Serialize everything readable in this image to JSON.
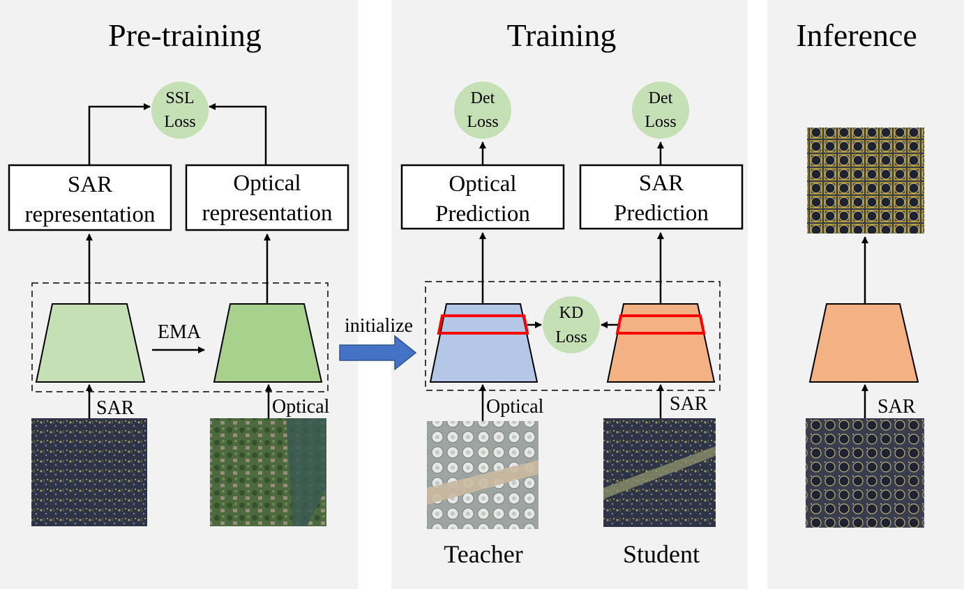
{
  "panels": {
    "pretraining": {
      "title": "Pre-training"
    },
    "training": {
      "title": "Training"
    },
    "inference": {
      "title": "Inference"
    }
  },
  "pretraining": {
    "loss": {
      "line1": "SSL",
      "line2": "Loss"
    },
    "sar_box": {
      "line1": "SAR",
      "line2": "representation"
    },
    "optical_box": {
      "line1": "Optical",
      "line2": "representation"
    },
    "ema_label": "EMA",
    "sar_input_label": "SAR",
    "optical_input_label": "Optical",
    "colors": {
      "sar_encoder": "#c5e0b4",
      "optical_encoder": "#a9d18e"
    }
  },
  "transition": {
    "label": "initialize",
    "arrow_color": "#4472c4"
  },
  "training": {
    "teacher_loss": {
      "line1": "Det",
      "line2": "Loss"
    },
    "student_loss": {
      "line1": "Det",
      "line2": "Loss"
    },
    "kd_loss": {
      "line1": "KD",
      "line2": "Loss"
    },
    "optical_box": {
      "line1": "Optical",
      "line2": "Prediction"
    },
    "sar_box": {
      "line1": "SAR",
      "line2": "Prediction"
    },
    "optical_input_label": "Optical",
    "sar_input_label": "SAR",
    "teacher_label": "Teacher",
    "student_label": "Student",
    "colors": {
      "teacher_encoder": "#b4c7e7",
      "student_encoder": "#f4b183",
      "feature_highlight": "#ff0000"
    }
  },
  "inference": {
    "sar_input_label": "SAR",
    "colors": {
      "encoder": "#f4b183"
    }
  },
  "colors": {
    "loss_circle": "#c5e0b4",
    "panel_bg": "#f2f2f2"
  }
}
